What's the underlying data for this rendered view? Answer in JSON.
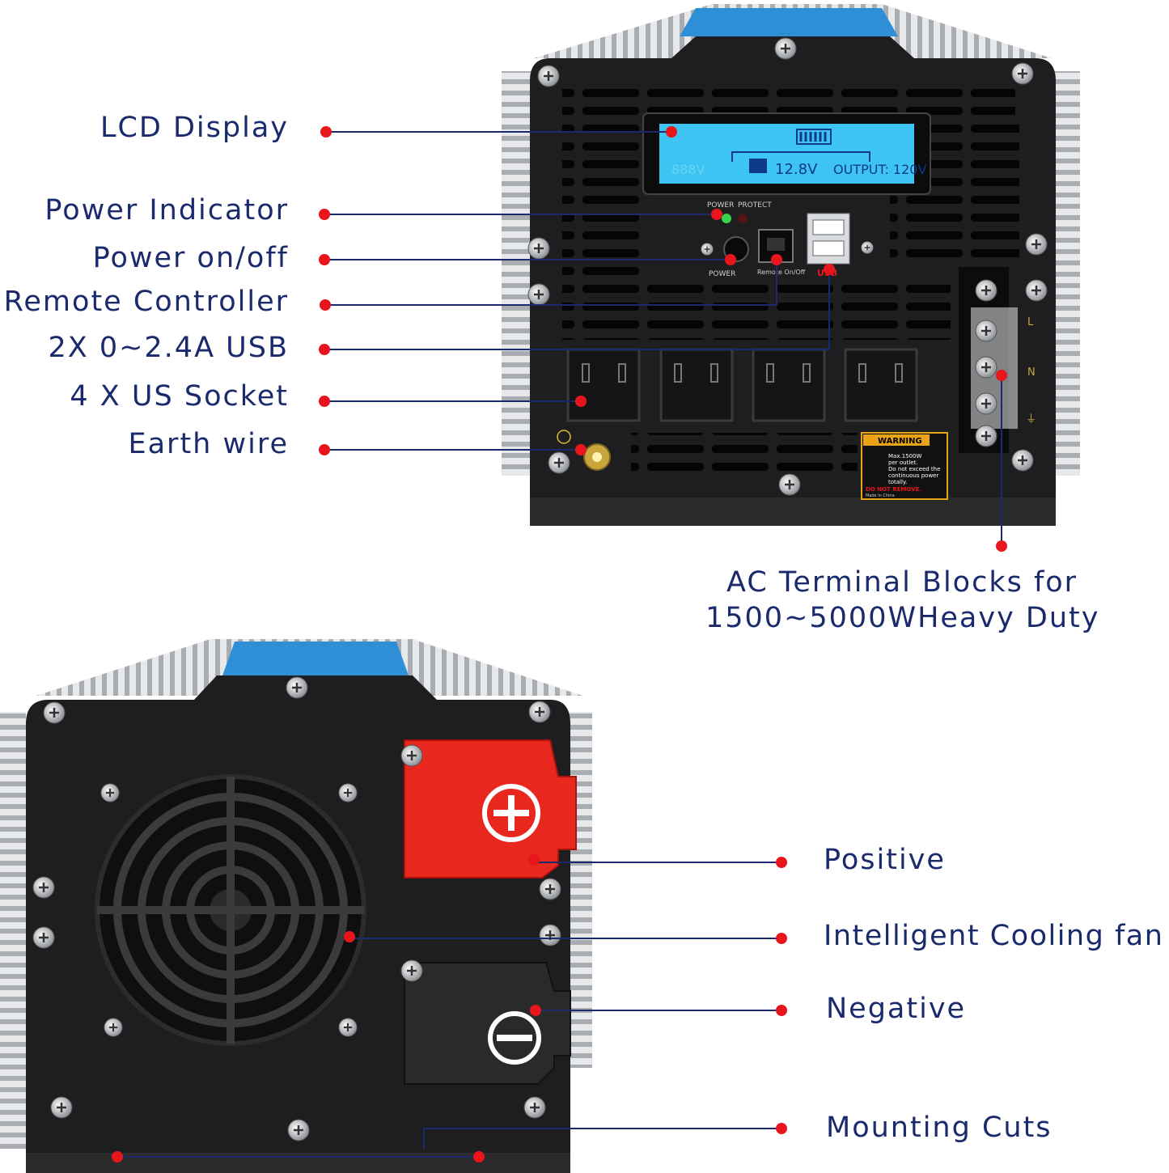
{
  "top_callouts": [
    {
      "id": "lcd",
      "label": "LCD Display"
    },
    {
      "id": "power-indicator",
      "label": "Power Indicator"
    },
    {
      "id": "power-onoff",
      "label": "Power on/off"
    },
    {
      "id": "remote",
      "label": "Remote Controller"
    },
    {
      "id": "usb",
      "label": "2X 0~2.4A USB"
    },
    {
      "id": "socket",
      "label": "4 X US Socket"
    },
    {
      "id": "earth",
      "label": "Earth wire"
    }
  ],
  "ac_terminal": {
    "line1": "AC Terminal Blocks for",
    "line2": "1500~5000WHeavy Duty"
  },
  "bottom_callouts": [
    {
      "id": "positive",
      "label": "Positive"
    },
    {
      "id": "fan",
      "label": "Intelligent Cooling fan"
    },
    {
      "id": "negative",
      "label": "Negative"
    },
    {
      "id": "mounting",
      "label": "Mounting Cuts"
    }
  ],
  "device_front": {
    "lcd": {
      "battery_voltage": "12.8V",
      "output": "OUTPUT: 120V",
      "ghost_digits": "888V"
    },
    "led_power_label": "POWER",
    "led_protect_label": "PROTECT",
    "power_button_label": "POWER",
    "remote_label": "Remote On/Off",
    "usb_label": "USB",
    "terminal_marks": {
      "live": "L",
      "neutral": "N",
      "earth": "⏚"
    },
    "warning": {
      "title": "WARNING",
      "lines": [
        "Max.1500W",
        "per outlet.",
        "Do not exceed the",
        "continuous power",
        "totally."
      ],
      "footer": "DO NOT REMOVE.",
      "origin": "Made in China"
    }
  },
  "colors": {
    "callout_text": "#1a2a6c",
    "callout_line": "#1a2a6c",
    "callout_dot": "#e8161c",
    "panel": "#1e1e20",
    "lcd": "#3ec4f2",
    "positive_cover": "#e8281e",
    "negative_cover": "#2a2a2a",
    "fins": "#c9ccd0"
  }
}
